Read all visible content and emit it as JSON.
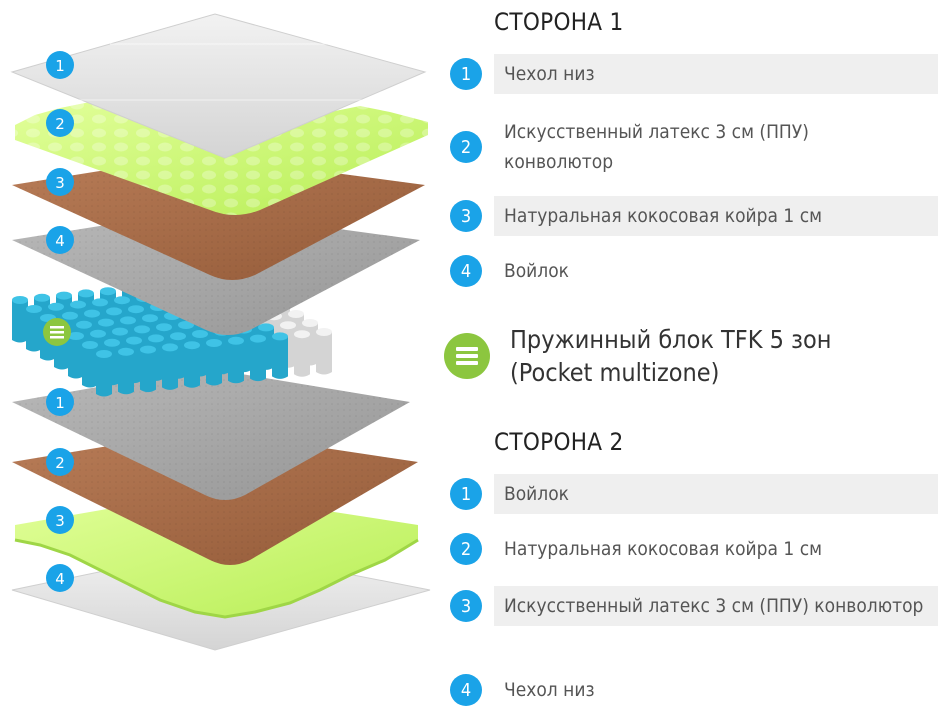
{
  "side1": {
    "title": "СТОРОНА 1",
    "layers": [
      {
        "num": "1",
        "label": "Чехол низ"
      },
      {
        "num": "2",
        "label": "Искусственный латекс 3 см (ППУ) конволютор"
      },
      {
        "num": "3",
        "label": "Натуральная кокосовая койра 1 см"
      },
      {
        "num": "4",
        "label": "Войлок"
      }
    ]
  },
  "spring_block": {
    "label": "Пружинный блок TFK 5 зон (Pocket multizone)",
    "icon": "spring-block-icon"
  },
  "side2": {
    "title": "СТОРОНА 2",
    "layers": [
      {
        "num": "1",
        "label": "Войлок"
      },
      {
        "num": "2",
        "label": "Натуральная кокосовая койра 1 см"
      },
      {
        "num": "3",
        "label": "Искусственный латекс 3 см (ППУ) конволютор"
      },
      {
        "num": "4",
        "label": "Чехол низ"
      }
    ]
  },
  "colors": {
    "badge_blue": "#1aa3e8",
    "badge_green": "#8cc63f",
    "cover": "#e4e4e4",
    "latex": "#c8f56e",
    "coir": "#a86e4a",
    "felt": "#a9a9a9",
    "spring_blue": "#3fc3e6",
    "spring_white": "#f2f2f2"
  }
}
